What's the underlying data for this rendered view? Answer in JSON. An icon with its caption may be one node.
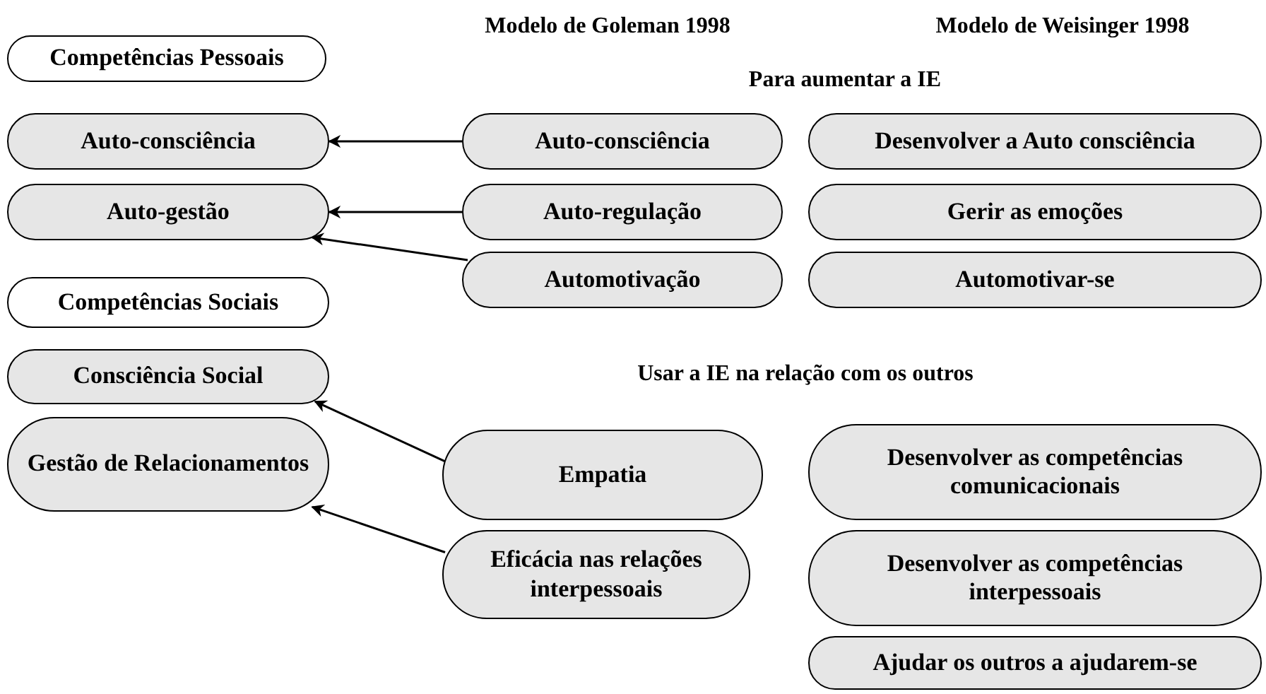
{
  "diagram": {
    "nodes": [
      {
        "text": [
          "Competências Pessoais"
        ]
      },
      {
        "text": [
          "Auto-consciência"
        ]
      },
      {
        "text": [
          "Auto-gestão"
        ]
      },
      {
        "text": [
          "Competências Sociais"
        ]
      },
      {
        "text": [
          "Consciência Social"
        ]
      },
      {
        "text": [
          "Gestão de Relacionamentos"
        ]
      },
      {
        "text": [
          "Auto-consciência"
        ]
      },
      {
        "text": [
          "Auto-regulação"
        ]
      },
      {
        "text": [
          "Automotivação"
        ]
      },
      {
        "text": [
          "Empatia"
        ]
      },
      {
        "text": [
          "Eficácia nas relações interpessoais"
        ]
      },
      {
        "text": [
          "Desenvolver a Auto consciência"
        ]
      },
      {
        "text": [
          "Gerir as emoções"
        ]
      },
      {
        "text": [
          "Automotivar-se"
        ]
      },
      {
        "text": [
          "Desenvolver as competências comunicacionais"
        ]
      },
      {
        "text": [
          "Desenvolver as competências interpessoais"
        ]
      },
      {
        "text": [
          "Ajudar os outros a ajudarem-se"
        ]
      }
    ],
    "edges": [
      {
        "from": 6,
        "to": 1,
        "arrow": "to"
      },
      {
        "from": 7,
        "to": 2,
        "arrow": "to"
      },
      {
        "from": 8,
        "to": 2,
        "arrow": "to"
      },
      {
        "from": 9,
        "to": 4,
        "arrow": "to"
      },
      {
        "from": 10,
        "to": 5,
        "arrow": "to"
      }
    ],
    "labels": [
      "Modelo de Goleman 1998",
      "Modelo de Weisinger 1998",
      "Para aumentar a IE",
      "Usar a IE na relação com os outros"
    ]
  }
}
